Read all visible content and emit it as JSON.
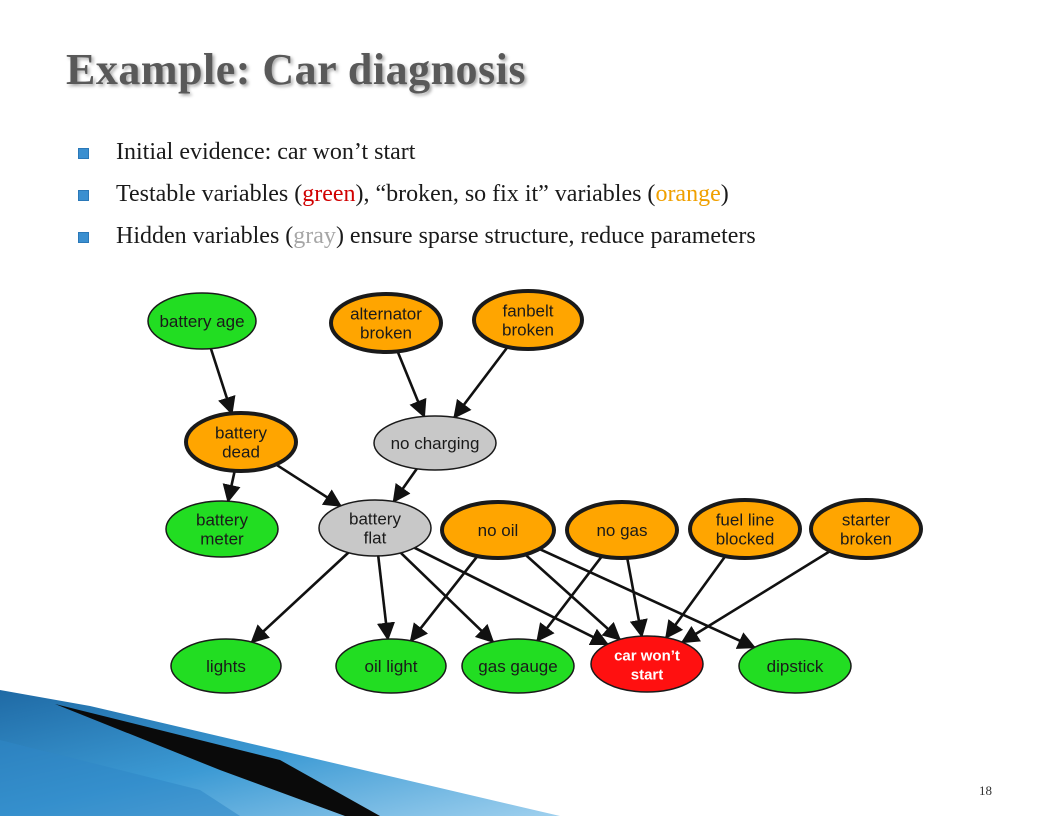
{
  "title": "Example: Car diagnosis",
  "bullets": [
    {
      "parts": [
        "Initial evidence: car won’t start"
      ]
    },
    {
      "parts": [
        "Testable variables (",
        "green",
        "), “broken, so fix it” variables (",
        "orange",
        ")"
      ]
    },
    {
      "parts": [
        "Hidden variables (",
        "gray",
        ") ensure sparse structure, reduce parameters"
      ]
    }
  ],
  "colors": {
    "testable": "#22dd22",
    "broken": "#ffa500",
    "hidden": "#c8c8c8",
    "evidence": "#ff1010",
    "bullet": "#3a8fd0",
    "title": "#595959"
  },
  "nodes": {
    "battery_age": {
      "label": [
        "battery age"
      ],
      "type": "testable"
    },
    "alternator_broken": {
      "label": [
        "alternator",
        "broken"
      ],
      "type": "broken"
    },
    "fanbelt_broken": {
      "label": [
        "fanbelt",
        "broken"
      ],
      "type": "broken"
    },
    "battery_dead": {
      "label": [
        "battery",
        "dead"
      ],
      "type": "broken"
    },
    "no_charging": {
      "label": [
        "no charging"
      ],
      "type": "hidden"
    },
    "battery_meter": {
      "label": [
        "battery",
        "meter"
      ],
      "type": "testable"
    },
    "battery_flat": {
      "label": [
        "battery",
        "flat"
      ],
      "type": "hidden"
    },
    "no_oil": {
      "label": [
        "no oil"
      ],
      "type": "broken"
    },
    "no_gas": {
      "label": [
        "no gas"
      ],
      "type": "broken"
    },
    "fuel_line_blocked": {
      "label": [
        "fuel line",
        "blocked"
      ],
      "type": "broken"
    },
    "starter_broken": {
      "label": [
        "starter",
        "broken"
      ],
      "type": "broken"
    },
    "lights": {
      "label": [
        "lights"
      ],
      "type": "testable"
    },
    "oil_light": {
      "label": [
        "oil light"
      ],
      "type": "testable"
    },
    "gas_gauge": {
      "label": [
        "gas gauge"
      ],
      "type": "testable"
    },
    "car_wont_start": {
      "label": [
        "car won’t",
        "start"
      ],
      "type": "evidence"
    },
    "dipstick": {
      "label": [
        "dipstick"
      ],
      "type": "testable"
    }
  },
  "edges": [
    [
      "battery_age",
      "battery_dead"
    ],
    [
      "alternator_broken",
      "no_charging"
    ],
    [
      "fanbelt_broken",
      "no_charging"
    ],
    [
      "battery_dead",
      "battery_meter"
    ],
    [
      "battery_dead",
      "battery_flat"
    ],
    [
      "no_charging",
      "battery_flat"
    ],
    [
      "battery_flat",
      "lights"
    ],
    [
      "battery_flat",
      "oil_light"
    ],
    [
      "battery_flat",
      "gas_gauge"
    ],
    [
      "battery_flat",
      "car_wont_start"
    ],
    [
      "no_oil",
      "oil_light"
    ],
    [
      "no_oil",
      "car_wont_start"
    ],
    [
      "no_oil",
      "dipstick"
    ],
    [
      "no_gas",
      "gas_gauge"
    ],
    [
      "no_gas",
      "car_wont_start"
    ],
    [
      "fuel_line_blocked",
      "car_wont_start"
    ],
    [
      "starter_broken",
      "car_wont_start"
    ]
  ],
  "page_number": "18"
}
